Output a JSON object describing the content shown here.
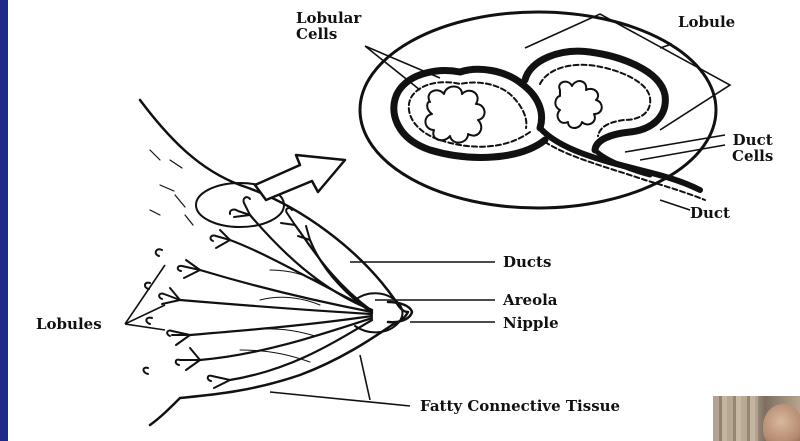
{
  "labels": {
    "lobular_cells": "Lobular\nCells",
    "lobule": "Lobule",
    "duct_cells": "Duct\nCells",
    "duct": "Duct",
    "ducts": "Ducts",
    "areola": "Areola",
    "nipple": "Nipple",
    "lobules": "Lobules",
    "fatty_tissue": "Fatty Connective Tissue"
  },
  "colors": {
    "frame": "#1f2a88",
    "slide": "#ffffff",
    "ink": "#111111"
  }
}
